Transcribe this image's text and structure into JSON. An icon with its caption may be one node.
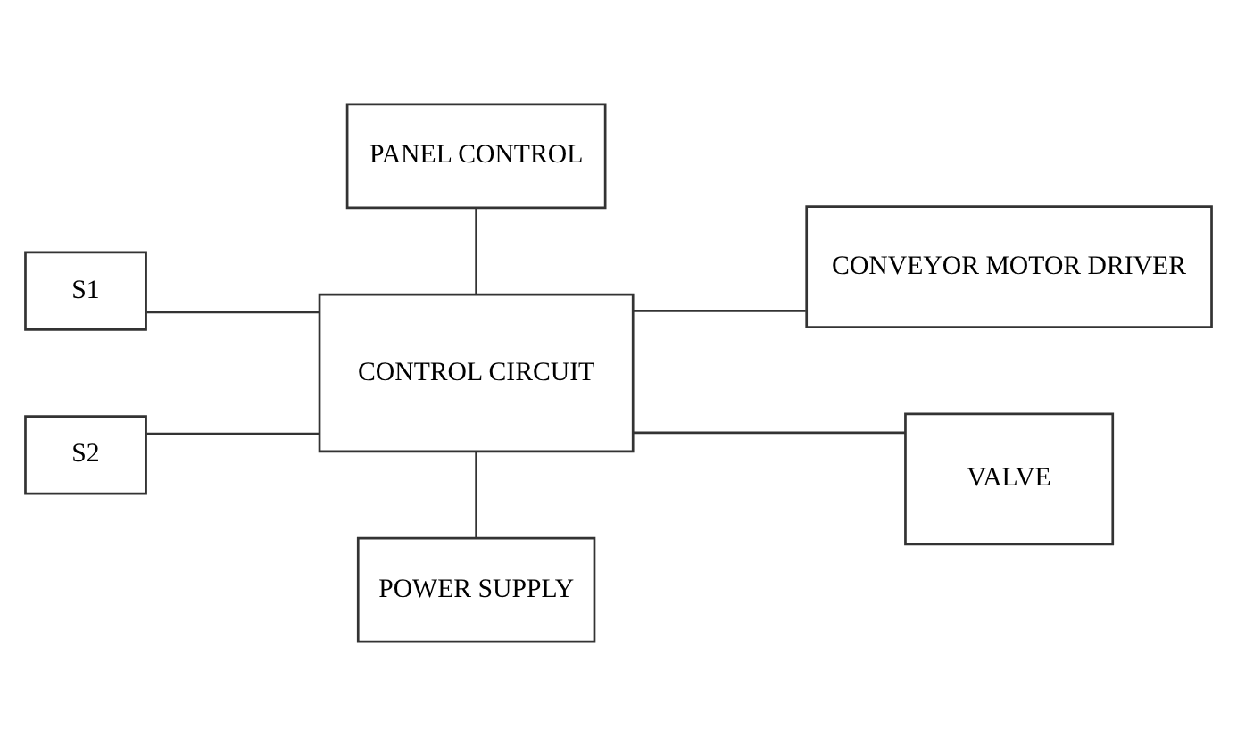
{
  "diagram": {
    "nodes": [
      {
        "text": [
          "PANEL CONTROL"
        ]
      },
      {
        "text": [
          "S1"
        ]
      },
      {
        "text": [
          "S2"
        ]
      },
      {
        "text": [
          "CONTROL CIRCUIT"
        ]
      },
      {
        "text": [
          "CONVEYOR MOTOR DRIVER"
        ]
      },
      {
        "text": [
          "POWER SUPPLY"
        ]
      },
      {
        "text": [
          "VALVE"
        ]
      }
    ],
    "edges": [
      {
        "from": 0,
        "to": 3,
        "arrow": "none"
      },
      {
        "from": 1,
        "to": 3,
        "arrow": "none"
      },
      {
        "from": 2,
        "to": 3,
        "arrow": "none"
      },
      {
        "from": 3,
        "to": 4,
        "arrow": "none"
      },
      {
        "from": 3,
        "to": 5,
        "arrow": "none"
      },
      {
        "from": 3,
        "to": 6,
        "arrow": "none"
      }
    ]
  }
}
